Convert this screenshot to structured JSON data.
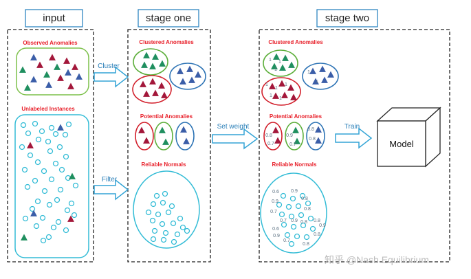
{
  "panels": {
    "input": "input",
    "stage_one": "stage one",
    "stage_two": "stage two"
  },
  "input": {
    "observed_anomalies": "Observed Anomalies",
    "unlabeled_instances": "Unlabeled Instances"
  },
  "stage_one": {
    "clustered_anomalies": "Clustered Anomalies",
    "potential_anomalies": "Potential Anomalies",
    "reliable_normals": "Reliable Normals"
  },
  "stage_two": {
    "clustered_anomalies": "Clustered Anomalies",
    "potential_anomalies": "Potential Anomalies",
    "reliable_normals": "Reliable Normals",
    "cluster_weight_labels": [
      "1",
      "1",
      "1",
      "1",
      "1",
      "1",
      "1",
      "1",
      "1",
      "1"
    ],
    "potential_weight_labels": [
      "0.8",
      "0.7",
      "0.9",
      "0.7",
      "0.8",
      "0.8"
    ],
    "normal_weight_labels": [
      "0.6",
      "0.9",
      "0.8",
      "0.9",
      "0.8",
      "0.7",
      "0.7",
      "0.9",
      "0.8",
      "0.8",
      "0.6",
      "0.9",
      "0.9",
      "0.7",
      "0.8",
      "0.8"
    ]
  },
  "arrows": {
    "cluster": "Cluster",
    "filter": "Filter",
    "set_weight": "Set weight",
    "train": "Train"
  },
  "model": {
    "label": "Model"
  },
  "watermark": "知乎 @Nash Equilibrium",
  "colors": {
    "red_triangle": "#a3173a",
    "green_triangle": "#1f8f5f",
    "blue_triangle": "#3b5ea8",
    "normal_circle": "#33bcd6",
    "observed_border": "#7cc04a",
    "unlabeled_border": "#33bcd6",
    "cluster_green": "#5cae3a",
    "cluster_red": "#d21f2b",
    "cluster_blue": "#2e74b5",
    "section_title": "#e8202a",
    "arrow_border": "#33a4d6",
    "arrow_label": "#2a7fb8"
  }
}
